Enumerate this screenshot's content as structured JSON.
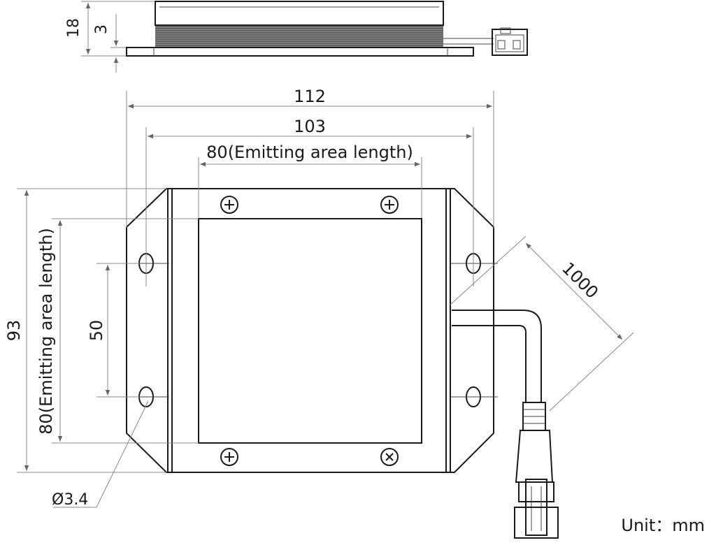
{
  "dimensions": {
    "side_height": "18",
    "flange_thickness": "3",
    "overall_width": "112",
    "hole_spacing_width": "103",
    "emitting_width": "80(Emitting area length)",
    "overall_height": "93",
    "emitting_height": "80(Emitting area length)",
    "hole_spacing_height": "50",
    "cable_length": "1000",
    "hole_diameter": "Ø3.4"
  },
  "unit_label": "Unit：mm"
}
